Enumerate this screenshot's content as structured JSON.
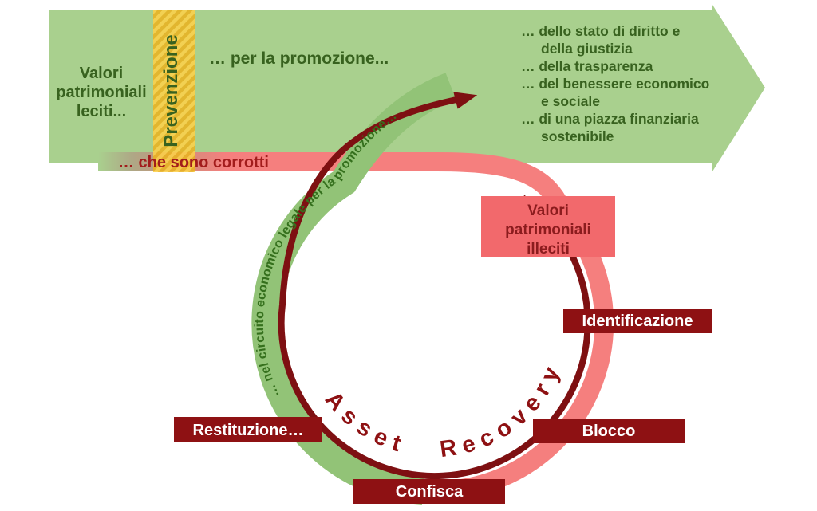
{
  "top_arrow": {
    "left_label_lines": [
      "Valori",
      "patrimoniali",
      "leciti..."
    ],
    "promotion_label": "… per la promozione...",
    "goal_lines": [
      "… dello stato di diritto e",
      "della giustizia",
      "… della trasparenza",
      "… del benessere economico",
      "e sociale",
      "… di una piazza finanziaria",
      "sostenibile"
    ]
  },
  "prevention_band": {
    "label": "Prevenzione"
  },
  "corruption_strip": {
    "label": "… che sono corrotti"
  },
  "recovery_cycle": {
    "illicit_box_lines": [
      "Valori",
      "patrimoniali",
      "illeciti"
    ],
    "steps": {
      "identification": "Identificazione",
      "blocking": "Blocco",
      "confiscation": "Confisca",
      "restitution": "Restituzione…"
    },
    "center_label": "Asset Recovery",
    "reinsertion_label": "… nel circuito economico legale per la promozione…"
  },
  "colors": {
    "arrow_green": "#a9d08e",
    "return_band_green": "#92c377",
    "dark_green_text": "#38621f",
    "prevention_yellow": "#eab222",
    "prevention_yellow_stripe": "#fcd04a",
    "flow_pink": "#f57f7e",
    "illicit_box_pink": "#f2696c",
    "dark_red": "#8e1113",
    "strip_text_red": "#a21c1c"
  }
}
